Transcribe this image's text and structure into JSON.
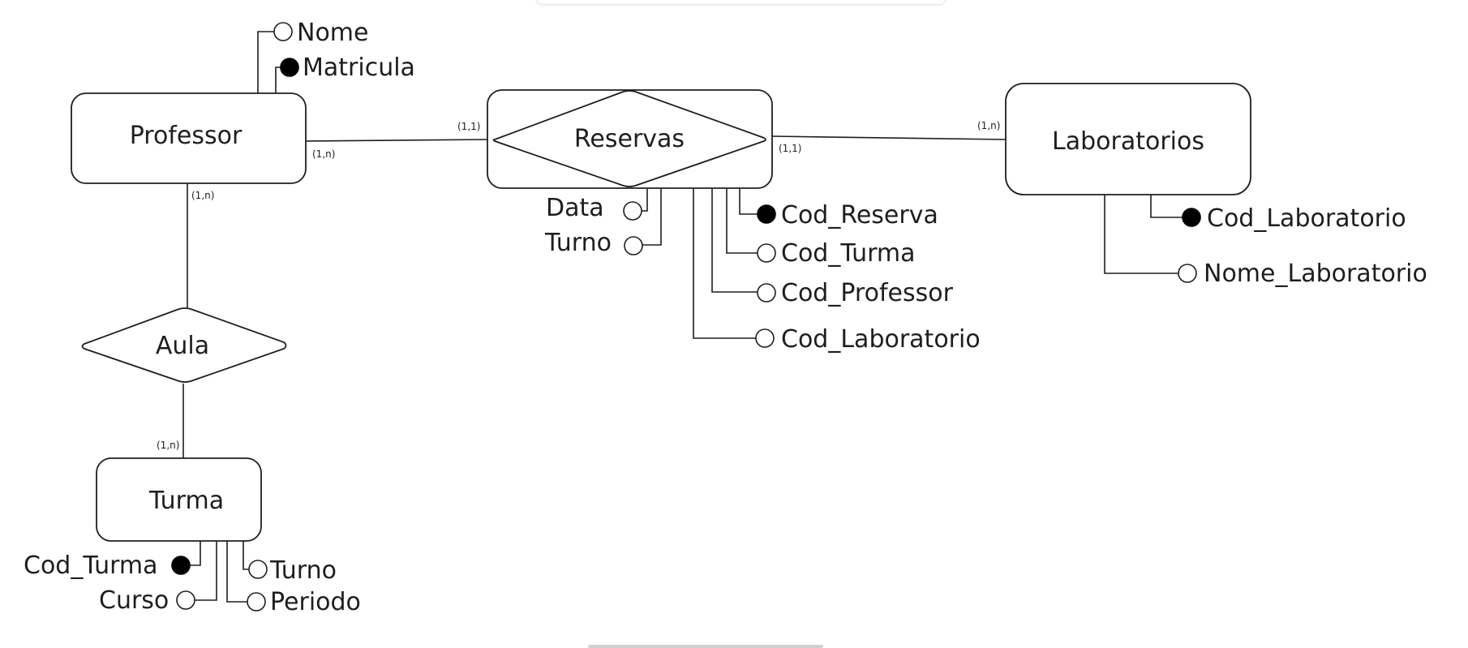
{
  "diagram": {
    "entities": {
      "professor": "Professor",
      "reservas": "Reservas",
      "laboratorios": "Laboratorios",
      "aula": "Aula",
      "turma": "Turma"
    },
    "attributes": {
      "professor_nome": "Nome",
      "professor_matricula": "Matricula",
      "reservas_data": "Data",
      "reservas_turno": "Turno",
      "reservas_cod_reserva": "Cod_Reserva",
      "reservas_cod_turma": "Cod_Turma",
      "reservas_cod_professor": "Cod_Professor",
      "reservas_cod_laboratorio": "Cod_Laboratorio",
      "lab_cod_laboratorio": "Cod_Laboratorio",
      "lab_nome_laboratorio": "Nome_Laboratorio",
      "turma_cod_turma": "Cod_Turma",
      "turma_curso": "Curso",
      "turma_turno": "Turno",
      "turma_periodo": "Periodo"
    },
    "cardinalities": {
      "professor_reservas": "(1,n)",
      "reservas_professor": "(1,1)",
      "reservas_laboratorios": "(1,1)",
      "laboratorios_reservas": "(1,n)",
      "professor_aula": "(1,n)",
      "turma_aula": "(1,n)"
    },
    "colors": {
      "stroke": "#1e1e1e",
      "key_fill": "#000000",
      "background": "#ffffff"
    }
  }
}
